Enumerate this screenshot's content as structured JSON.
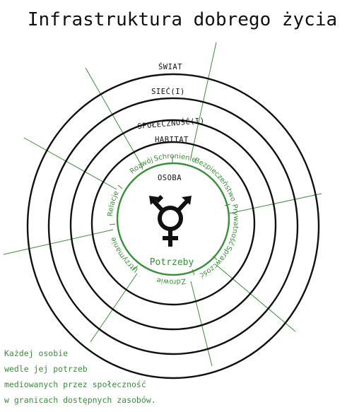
{
  "title": "Infrastruktura dobrego życia",
  "rings": {
    "swiat": "ŚWIAT",
    "siec": "SIEĆ(I)",
    "spolecznosc": "SPOŁECZNOŚĆ(I)",
    "habitat": "HABITAT",
    "osoba": "OSOBA"
  },
  "needs": {
    "rozwoj": "Rozwój",
    "schronienie": "Schronienie",
    "bezpieczenstwo": "Bezpieczeństwo",
    "prywatnosc": "Prywatność",
    "sprawczosc": "Sprawczość",
    "zdrowie": "Zdrowie",
    "utrzymanie": "Utrzymanie",
    "relacje": "Relacje"
  },
  "center_label": "Potrzeby",
  "center_icon": "transgender-symbol-icon",
  "caption": [
    "Każdej osobie",
    "wedle jej potrzeb",
    "mediowanych przez społeczność",
    "w granicach dostępnych zasobów."
  ],
  "colors": {
    "ink": "#111111",
    "green": "#3a8f3a"
  }
}
